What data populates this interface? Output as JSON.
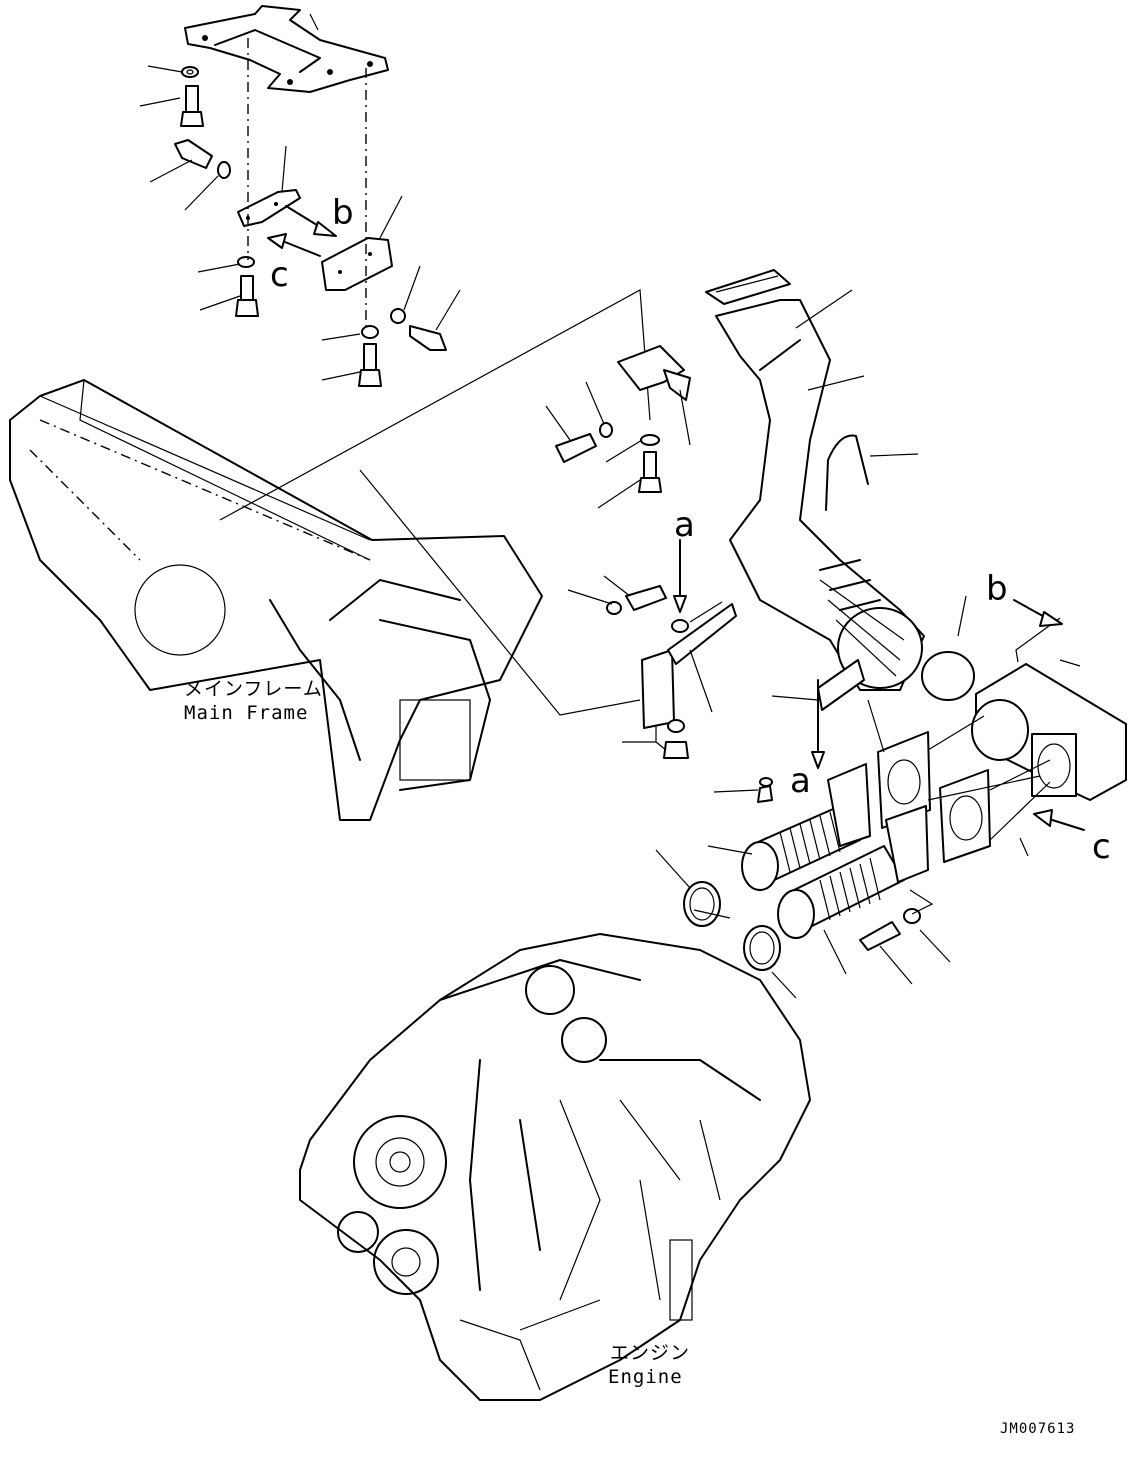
{
  "labels": {
    "main_frame_jp": "メインフレーム",
    "main_frame_en": "Main Frame",
    "engine_jp": "エンジン",
    "engine_en": "Engine",
    "drawing_code": "JM007613"
  },
  "view_markers": [
    "a",
    "b",
    "c"
  ]
}
